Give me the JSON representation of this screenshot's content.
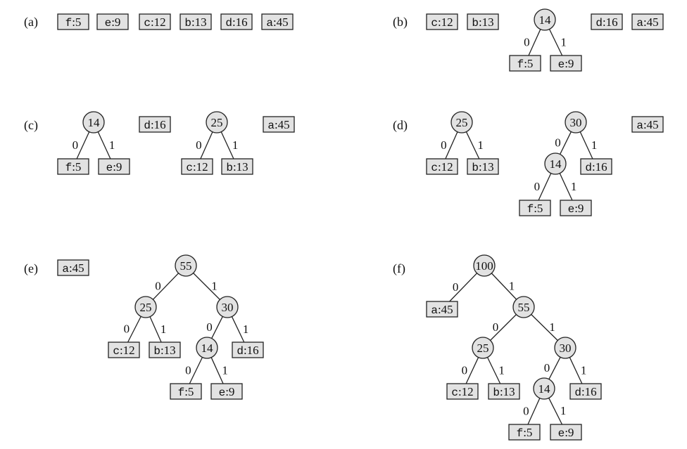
{
  "colors": {
    "node_fill": "#e2e2e2",
    "leaf_fill": "#e2e2e2",
    "stroke": "#222222",
    "text": "#111111"
  },
  "panels": [
    {
      "label": "(a)",
      "nodes": [
        {
          "id": "f",
          "type": "leaf",
          "char": "f",
          "freq": "5"
        },
        {
          "id": "e",
          "type": "leaf",
          "char": "e",
          "freq": "9"
        },
        {
          "id": "c",
          "type": "leaf",
          "char": "c",
          "freq": "12"
        },
        {
          "id": "b",
          "type": "leaf",
          "char": "b",
          "freq": "13"
        },
        {
          "id": "d",
          "type": "leaf",
          "char": "d",
          "freq": "16"
        },
        {
          "id": "a",
          "type": "leaf",
          "char": "a",
          "freq": "45"
        }
      ],
      "edges": []
    },
    {
      "label": "(b)",
      "nodes": [
        {
          "id": "c",
          "type": "leaf",
          "char": "c",
          "freq": "12"
        },
        {
          "id": "b",
          "type": "leaf",
          "char": "b",
          "freq": "13"
        },
        {
          "id": "n14",
          "type": "internal",
          "value": "14"
        },
        {
          "id": "f",
          "type": "leaf",
          "char": "f",
          "freq": "5"
        },
        {
          "id": "e",
          "type": "leaf",
          "char": "e",
          "freq": "9"
        },
        {
          "id": "d",
          "type": "leaf",
          "char": "d",
          "freq": "16"
        },
        {
          "id": "a",
          "type": "leaf",
          "char": "a",
          "freq": "45"
        }
      ],
      "edges": [
        {
          "from": "n14",
          "to": "f",
          "bit": "0"
        },
        {
          "from": "n14",
          "to": "e",
          "bit": "1"
        }
      ]
    },
    {
      "label": "(c)",
      "nodes": [
        {
          "id": "n14",
          "type": "internal",
          "value": "14"
        },
        {
          "id": "f",
          "type": "leaf",
          "char": "f",
          "freq": "5"
        },
        {
          "id": "e",
          "type": "leaf",
          "char": "e",
          "freq": "9"
        },
        {
          "id": "d",
          "type": "leaf",
          "char": "d",
          "freq": "16"
        },
        {
          "id": "n25",
          "type": "internal",
          "value": "25"
        },
        {
          "id": "c",
          "type": "leaf",
          "char": "c",
          "freq": "12"
        },
        {
          "id": "b",
          "type": "leaf",
          "char": "b",
          "freq": "13"
        },
        {
          "id": "a",
          "type": "leaf",
          "char": "a",
          "freq": "45"
        }
      ],
      "edges": [
        {
          "from": "n14",
          "to": "f",
          "bit": "0"
        },
        {
          "from": "n14",
          "to": "e",
          "bit": "1"
        },
        {
          "from": "n25",
          "to": "c",
          "bit": "0"
        },
        {
          "from": "n25",
          "to": "b",
          "bit": "1"
        }
      ]
    },
    {
      "label": "(d)",
      "nodes": [
        {
          "id": "n25",
          "type": "internal",
          "value": "25"
        },
        {
          "id": "c",
          "type": "leaf",
          "char": "c",
          "freq": "12"
        },
        {
          "id": "b",
          "type": "leaf",
          "char": "b",
          "freq": "13"
        },
        {
          "id": "n30",
          "type": "internal",
          "value": "30"
        },
        {
          "id": "n14",
          "type": "internal",
          "value": "14"
        },
        {
          "id": "d",
          "type": "leaf",
          "char": "d",
          "freq": "16"
        },
        {
          "id": "f",
          "type": "leaf",
          "char": "f",
          "freq": "5"
        },
        {
          "id": "e",
          "type": "leaf",
          "char": "e",
          "freq": "9"
        },
        {
          "id": "a",
          "type": "leaf",
          "char": "a",
          "freq": "45"
        }
      ],
      "edges": [
        {
          "from": "n25",
          "to": "c",
          "bit": "0"
        },
        {
          "from": "n25",
          "to": "b",
          "bit": "1"
        },
        {
          "from": "n30",
          "to": "n14",
          "bit": "0"
        },
        {
          "from": "n30",
          "to": "d",
          "bit": "1"
        },
        {
          "from": "n14",
          "to": "f",
          "bit": "0"
        },
        {
          "from": "n14",
          "to": "e",
          "bit": "1"
        }
      ]
    },
    {
      "label": "(e)",
      "nodes": [
        {
          "id": "a",
          "type": "leaf",
          "char": "a",
          "freq": "45"
        },
        {
          "id": "n55",
          "type": "internal",
          "value": "55"
        },
        {
          "id": "n25",
          "type": "internal",
          "value": "25"
        },
        {
          "id": "n30",
          "type": "internal",
          "value": "30"
        },
        {
          "id": "c",
          "type": "leaf",
          "char": "c",
          "freq": "12"
        },
        {
          "id": "b",
          "type": "leaf",
          "char": "b",
          "freq": "13"
        },
        {
          "id": "n14",
          "type": "internal",
          "value": "14"
        },
        {
          "id": "d",
          "type": "leaf",
          "char": "d",
          "freq": "16"
        },
        {
          "id": "f",
          "type": "leaf",
          "char": "f",
          "freq": "5"
        },
        {
          "id": "e",
          "type": "leaf",
          "char": "e",
          "freq": "9"
        }
      ],
      "edges": [
        {
          "from": "n55",
          "to": "n25",
          "bit": "0"
        },
        {
          "from": "n55",
          "to": "n30",
          "bit": "1"
        },
        {
          "from": "n25",
          "to": "c",
          "bit": "0"
        },
        {
          "from": "n25",
          "to": "b",
          "bit": "1"
        },
        {
          "from": "n30",
          "to": "n14",
          "bit": "0"
        },
        {
          "from": "n30",
          "to": "d",
          "bit": "1"
        },
        {
          "from": "n14",
          "to": "f",
          "bit": "0"
        },
        {
          "from": "n14",
          "to": "e",
          "bit": "1"
        }
      ]
    },
    {
      "label": "(f)",
      "nodes": [
        {
          "id": "n100",
          "type": "internal",
          "value": "100"
        },
        {
          "id": "a",
          "type": "leaf",
          "char": "a",
          "freq": "45"
        },
        {
          "id": "n55",
          "type": "internal",
          "value": "55"
        },
        {
          "id": "n25",
          "type": "internal",
          "value": "25"
        },
        {
          "id": "n30",
          "type": "internal",
          "value": "30"
        },
        {
          "id": "c",
          "type": "leaf",
          "char": "c",
          "freq": "12"
        },
        {
          "id": "b",
          "type": "leaf",
          "char": "b",
          "freq": "13"
        },
        {
          "id": "n14",
          "type": "internal",
          "value": "14"
        },
        {
          "id": "d",
          "type": "leaf",
          "char": "d",
          "freq": "16"
        },
        {
          "id": "f",
          "type": "leaf",
          "char": "f",
          "freq": "5"
        },
        {
          "id": "e",
          "type": "leaf",
          "char": "e",
          "freq": "9"
        }
      ],
      "edges": [
        {
          "from": "n100",
          "to": "a",
          "bit": "0"
        },
        {
          "from": "n100",
          "to": "n55",
          "bit": "1"
        },
        {
          "from": "n55",
          "to": "n25",
          "bit": "0"
        },
        {
          "from": "n55",
          "to": "n30",
          "bit": "1"
        },
        {
          "from": "n25",
          "to": "c",
          "bit": "0"
        },
        {
          "from": "n25",
          "to": "b",
          "bit": "1"
        },
        {
          "from": "n30",
          "to": "n14",
          "bit": "0"
        },
        {
          "from": "n30",
          "to": "d",
          "bit": "1"
        },
        {
          "from": "n14",
          "to": "f",
          "bit": "0"
        },
        {
          "from": "n14",
          "to": "e",
          "bit": "1"
        }
      ]
    }
  ]
}
